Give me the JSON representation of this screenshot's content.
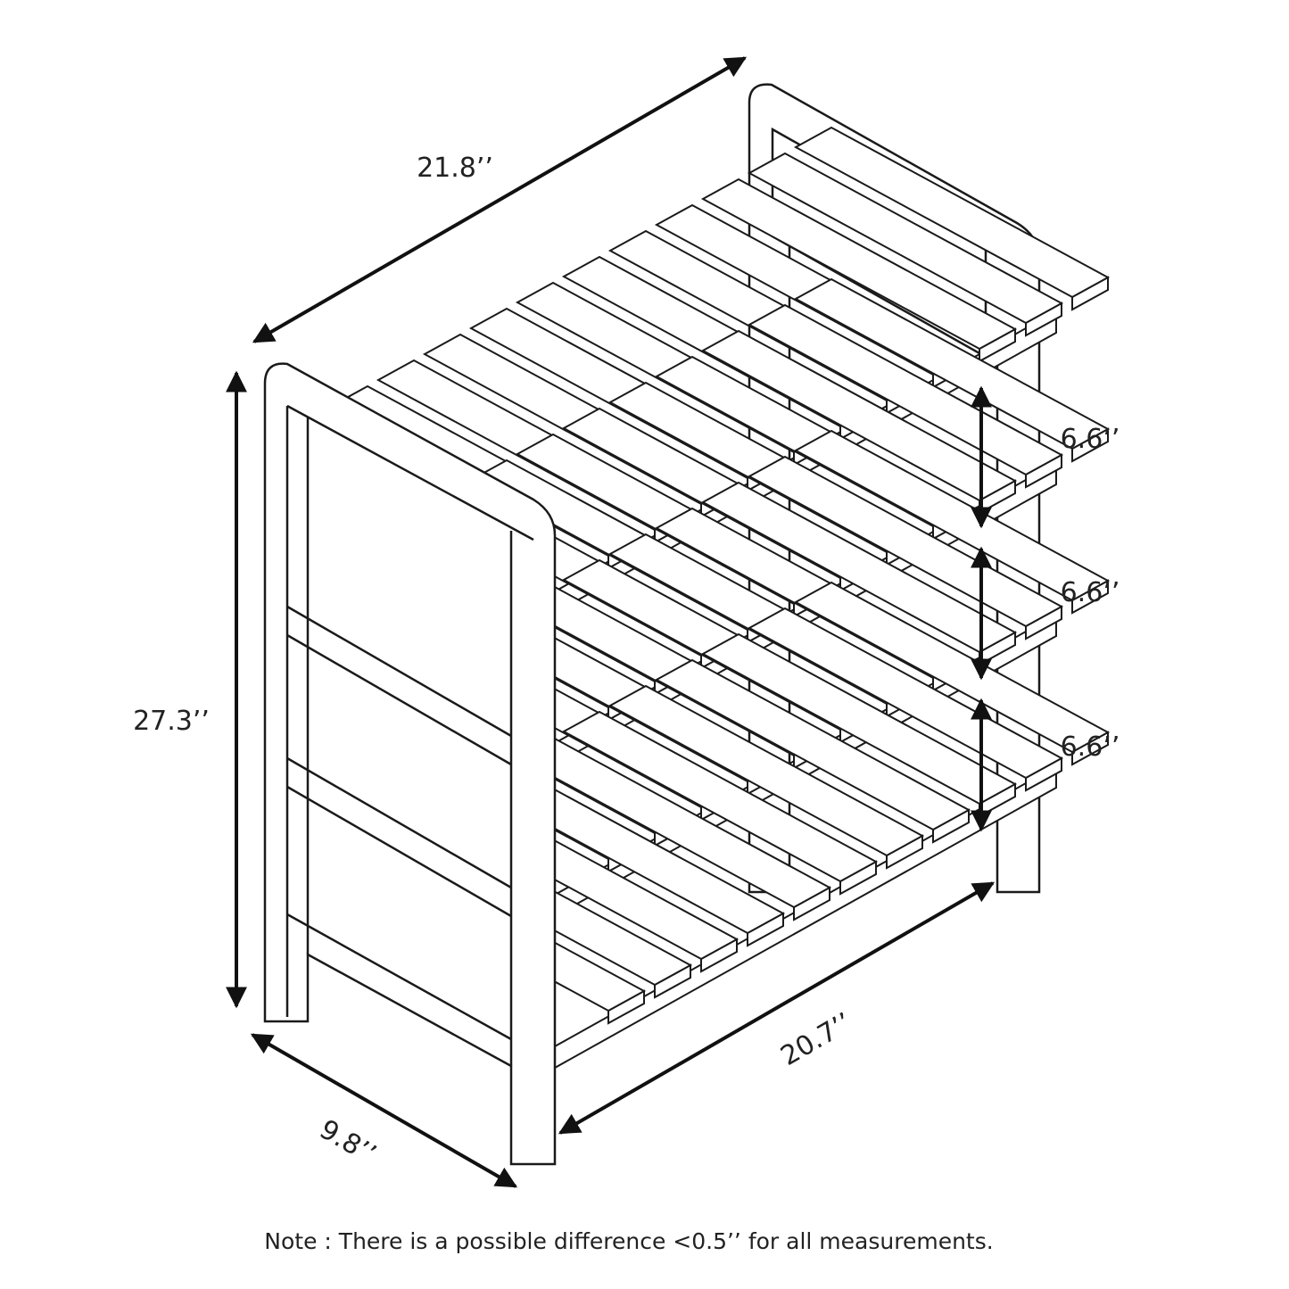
{
  "dimensions": {
    "width_top": "21.8’’",
    "height": "27.3’’",
    "depth": "9.8’’",
    "width_bottom": "20.7’’",
    "shelf_gaps": [
      "6.6’’",
      "6.6’’",
      "6.6’’"
    ]
  },
  "note": "Note : There is a possible difference <0.5’’ for all measurements.",
  "product": {
    "shelf_count": 4,
    "slats_per_shelf": 11
  },
  "colors": {
    "line": "#1a1a1a",
    "fill": "#ffffff"
  }
}
